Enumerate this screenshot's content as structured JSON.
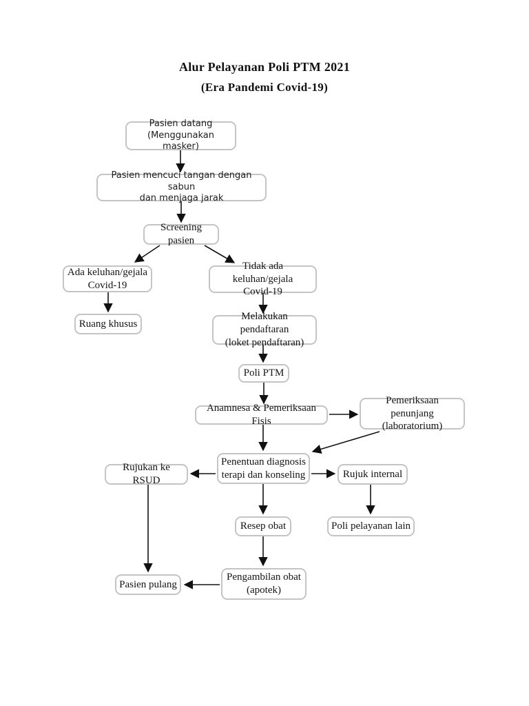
{
  "page": {
    "title_line1": "Alur Pelayanan Poli PTM 2021",
    "title_line2": "(Era Pandemi Covid-19)"
  },
  "flowchart": {
    "nodes": {
      "pasien_datang": {
        "label": "Pasien datang\n(Menggunakan masker)"
      },
      "cuci_tangan": {
        "label": "Pasien mencuci tangan dengan sabun\ndan menjaga jarak"
      },
      "screening_pasien": {
        "label": "Screening pasien"
      },
      "ada_keluhan": {
        "label": "Ada keluhan/gejala\nCovid-19"
      },
      "tidak_ada_keluhan": {
        "label": "Tidak ada keluhan/gejala\nCovid-19"
      },
      "ruang_khusus": {
        "label": "Ruang khusus"
      },
      "melakukan_pendaftaran": {
        "label": "Melakukan pendaftaran\n(loket pendaftaran)"
      },
      "poli_ptm": {
        "label": "Poli PTM"
      },
      "anamnesa": {
        "label": "Anamnesa & Pemeriksaan Fisis"
      },
      "pemeriksaan_penunjang": {
        "label": "Pemeriksaan penunjang\n(laboratorium)"
      },
      "penentuan_diagnosis": {
        "label": "Penentuan diagnosis\nterapi dan konseling"
      },
      "rujukan_rsud": {
        "label": "Rujukan ke RSUD"
      },
      "rujuk_internal": {
        "label": "Rujuk internal"
      },
      "resep_obat": {
        "label": "Resep obat"
      },
      "poli_pelayanan_lain": {
        "label": "Poli pelayanan lain"
      },
      "pasien_pulang": {
        "label": "Pasien pulang"
      },
      "pengambilan_obat": {
        "label": "Pengambilan obat\n(apotek)"
      }
    },
    "edges": [
      {
        "from": "pasien_datang",
        "to": "cuci_tangan"
      },
      {
        "from": "cuci_tangan",
        "to": "screening_pasien"
      },
      {
        "from": "screening_pasien",
        "to": "ada_keluhan"
      },
      {
        "from": "screening_pasien",
        "to": "tidak_ada_keluhan"
      },
      {
        "from": "ada_keluhan",
        "to": "ruang_khusus"
      },
      {
        "from": "tidak_ada_keluhan",
        "to": "melakukan_pendaftaran"
      },
      {
        "from": "melakukan_pendaftaran",
        "to": "poli_ptm"
      },
      {
        "from": "poli_ptm",
        "to": "anamnesa"
      },
      {
        "from": "anamnesa",
        "to": "pemeriksaan_penunjang"
      },
      {
        "from": "pemeriksaan_penunjang",
        "to": "penentuan_diagnosis"
      },
      {
        "from": "anamnesa",
        "to": "penentuan_diagnosis"
      },
      {
        "from": "penentuan_diagnosis",
        "to": "rujukan_rsud"
      },
      {
        "from": "penentuan_diagnosis",
        "to": "rujuk_internal"
      },
      {
        "from": "penentuan_diagnosis",
        "to": "resep_obat"
      },
      {
        "from": "rujuk_internal",
        "to": "poli_pelayanan_lain"
      },
      {
        "from": "rujukan_rsud",
        "to": "pasien_pulang"
      },
      {
        "from": "resep_obat",
        "to": "pengambilan_obat"
      },
      {
        "from": "pengambilan_obat",
        "to": "pasien_pulang"
      }
    ]
  },
  "colors": {
    "background": "#ffffff",
    "box_border": "#c4c4c4",
    "box_fill": "#ffffff",
    "text": "#141414",
    "arrow": "#111111"
  }
}
